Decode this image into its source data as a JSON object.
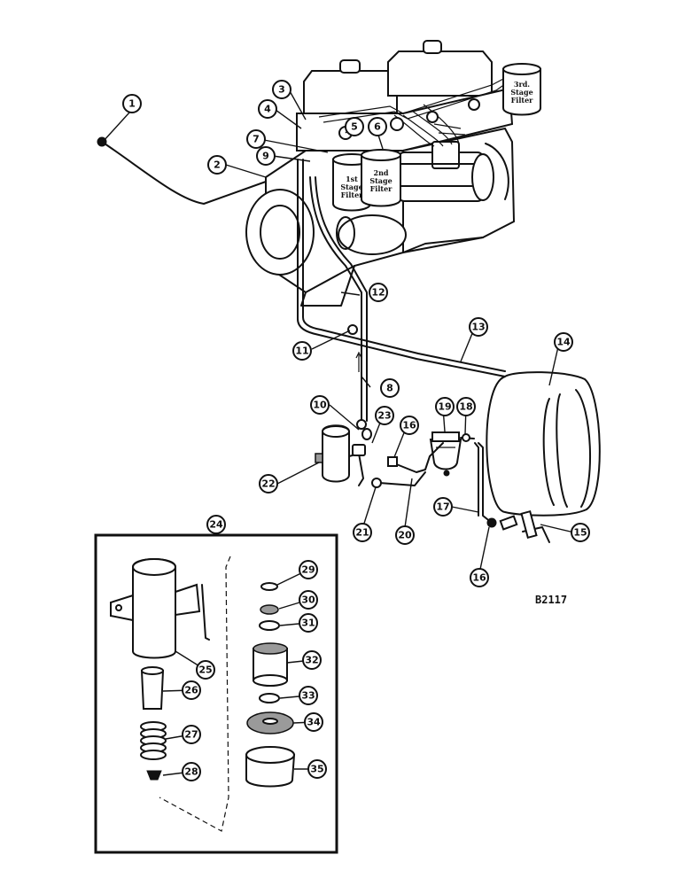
{
  "drawing_code": "B2117",
  "filter_labels": {
    "first": [
      "1st",
      "Stage",
      "Filter"
    ],
    "second": [
      "2nd",
      "Stage",
      "Filter"
    ],
    "third": [
      "3rd.",
      "Stage",
      "Filter"
    ]
  },
  "callouts": [
    "1",
    "2",
    "3",
    "4",
    "5",
    "6",
    "7",
    "8",
    "9",
    "10",
    "11",
    "12",
    "13",
    "14",
    "15",
    "16",
    "17",
    "18",
    "19",
    "20",
    "21",
    "22",
    "23",
    "24",
    "25",
    "26",
    "27",
    "28",
    "29",
    "30",
    "31",
    "32",
    "33",
    "34",
    "35"
  ],
  "callout_8_right": "8",
  "callout_10_lower": "10",
  "callout_16_right": "16",
  "callout_18_upper": "18"
}
